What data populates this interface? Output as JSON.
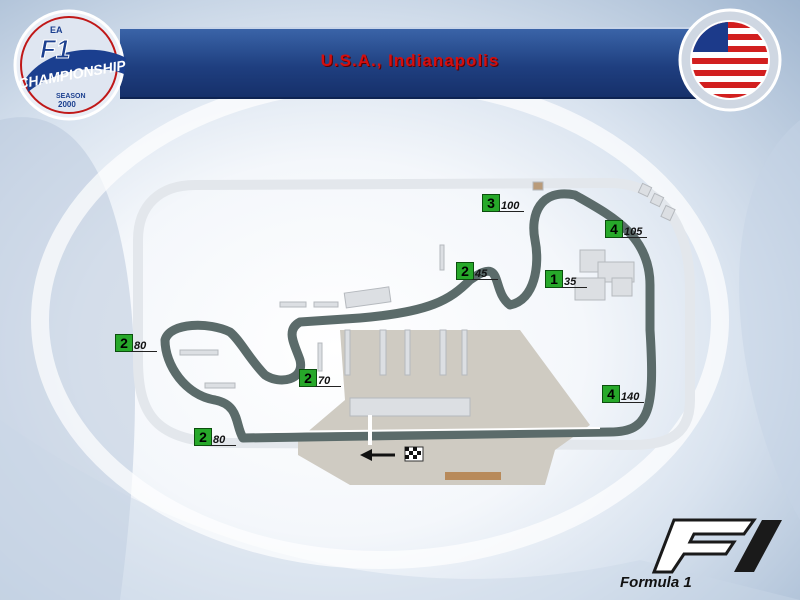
{
  "header": {
    "title": "U.S.A.,  Indianapolis"
  },
  "logo": {
    "brand": "EA",
    "line1": "F1",
    "line2": "CHAMPIONSHIP",
    "line3": "SEASON",
    "line4": "2000"
  },
  "flag": {
    "icon": "usa-flag-icon"
  },
  "footer": {
    "brand": "Formula 1"
  },
  "corners": [
    {
      "gear": "3",
      "speed": "100"
    },
    {
      "gear": "4",
      "speed": "105"
    },
    {
      "gear": "2",
      "speed": "45"
    },
    {
      "gear": "1",
      "speed": "35"
    },
    {
      "gear": "2",
      "speed": "80"
    },
    {
      "gear": "2",
      "speed": "70"
    },
    {
      "gear": "4",
      "speed": "140"
    },
    {
      "gear": "2",
      "speed": "80"
    }
  ],
  "colors": {
    "header": "#1f3f80",
    "title": "#d40f0f",
    "gear_box": "#27a82a",
    "track": "#5b6b6a"
  }
}
